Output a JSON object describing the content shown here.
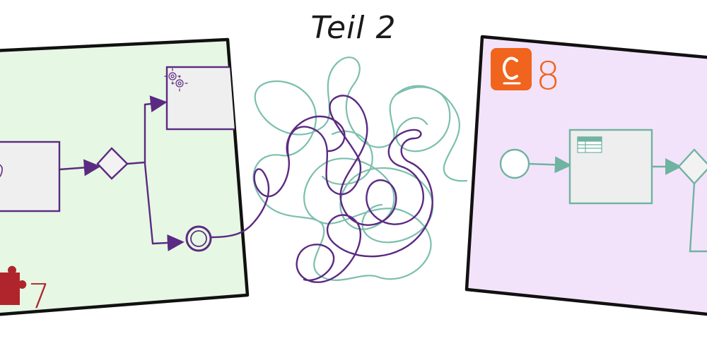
{
  "title": "Teil 2",
  "left_panel": {
    "version": "7",
    "background": "#e6f7e3",
    "flow_color": "#5b2a82",
    "logo_color": "#b0252b"
  },
  "right_panel": {
    "version": "8",
    "background": "#f3e3fa",
    "flow_color": "#6fb3a1",
    "logo_color": "#f0641e"
  },
  "icons": [
    "gear-icon",
    "table-icon",
    "camunda-logo-icon",
    "puzzle-logo-icon"
  ]
}
